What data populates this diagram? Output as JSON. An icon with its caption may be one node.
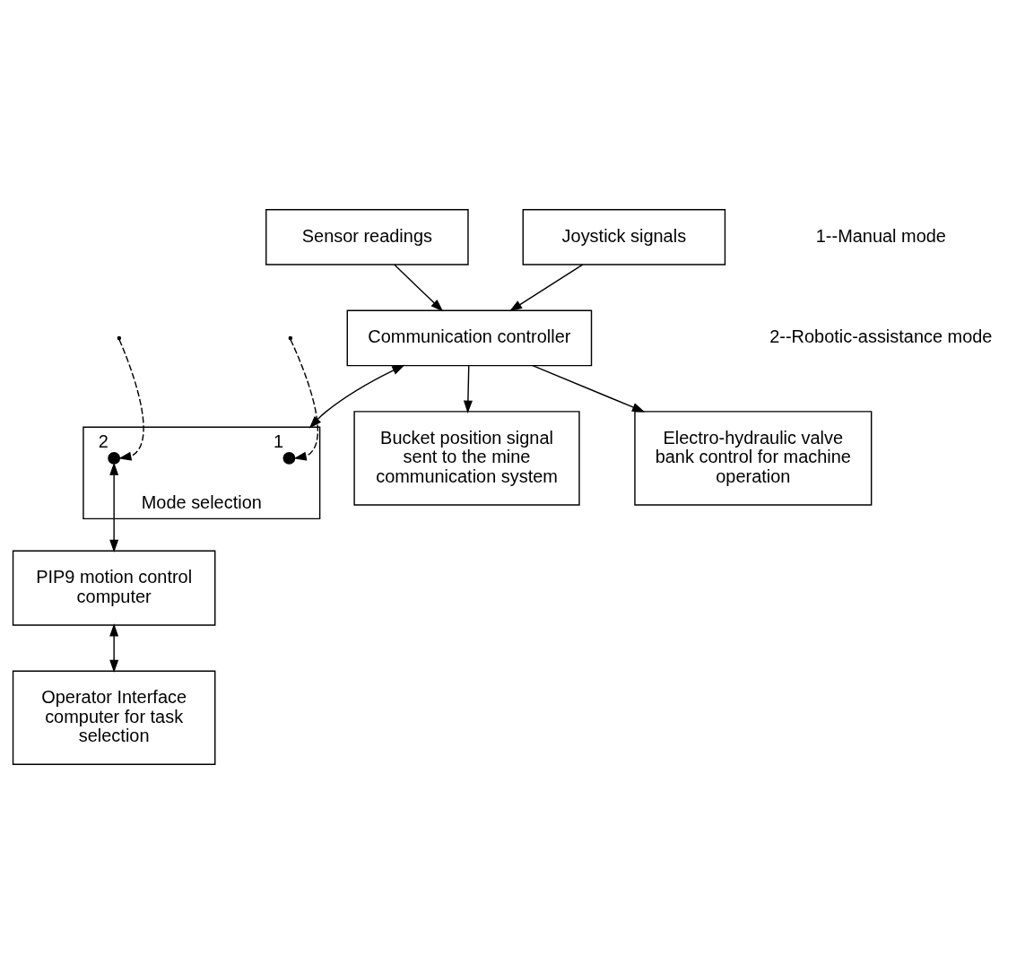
{
  "diagram": {
    "nodes": [
      {
        "text": [
          "Bucket position signal sent to the mine communication system"
        ]
      },
      {
        "text": [
          "Joystick signals"
        ]
      },
      {
        "text": [
          "Communication controller"
        ]
      },
      {
        "text": [
          "Electro-hydraulic valve bank control for machine operation"
        ]
      },
      {
        "text": [
          "Sensor readings"
        ]
      },
      {
        "text": [
          "Mode selection"
        ]
      },
      {
        "text": [],
        "shape": "circle",
        "in": 5,
        "beside": [
          "1"
        ]
      },
      {
        "text": [],
        "shape": "circle",
        "in": 5,
        "beside": [
          "2"
        ]
      },
      {
        "text": [
          "PIP9 motion control computer"
        ]
      },
      {
        "text": [
          "Operator Interface computer for task selection"
        ]
      }
    ],
    "edges": [
      {
        "from": 2,
        "to": 0,
        "arrow": "to"
      },
      {
        "from": 1,
        "to": 2,
        "arrow": "to"
      },
      {
        "from": 4,
        "to": 2,
        "arrow": "to"
      },
      {
        "from": 2,
        "to": 3,
        "arrow": "to"
      },
      {
        "from": 2,
        "to": 5,
        "arrow": "both"
      },
      {
        "from": null,
        "to": 6,
        "arrow": "to",
        "style": "dashed"
      },
      {
        "from": null,
        "to": 7,
        "arrow": "to",
        "style": "dashed"
      },
      {
        "from": 7,
        "to": 8,
        "arrow": "both"
      },
      {
        "from": 8,
        "to": 9,
        "arrow": "both"
      }
    ],
    "labels": [
      "1--Manual mode",
      "2--Robotic-assistance mode"
    ]
  }
}
